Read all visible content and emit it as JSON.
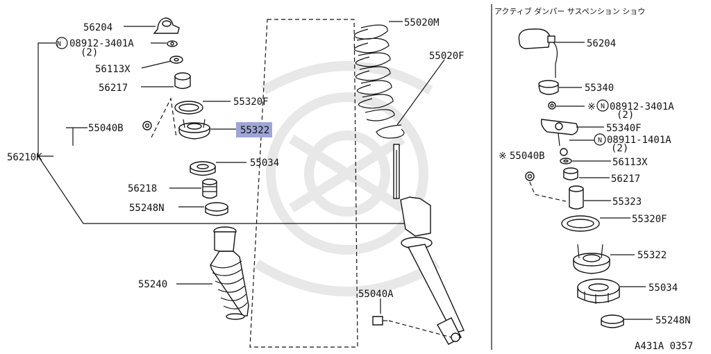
{
  "title_right": "アクティブ ダンパー サスペンション ショウ",
  "diagram_id": "A431A 0357",
  "highlight_color": "#9ea5d6",
  "symbols": {
    "circled_n": "N",
    "note_mark": "※"
  },
  "left_labels": {
    "p56204": "56204",
    "nut_code": "08912-3401A",
    "nut_qty": "(2)",
    "p56113x": "56113X",
    "p56217": "56217",
    "p55320f": "55320F",
    "p55040b": "55040B",
    "p55322": "55322",
    "p56210k": "56210K",
    "p55034": "55034",
    "p56218": "56218",
    "p55248n": "55248N",
    "p55240": "55240",
    "p55020m": "55020M",
    "p55020f": "55020F",
    "p55040a": "55040A"
  },
  "right_labels": {
    "p56204": "56204",
    "p55340": "55340",
    "nut_code": "08912-3401A",
    "nut_qty": "(2)",
    "p55340f": "55340F",
    "bolt_code": "08911-1401A",
    "bolt_qty": "(2)",
    "p55040b": "55040B",
    "p56113x": "56113X",
    "p56217": "56217",
    "p55323": "55323",
    "p55320f": "55320F",
    "p55322": "55322",
    "p55034": "55034",
    "p55248n": "55248N"
  }
}
